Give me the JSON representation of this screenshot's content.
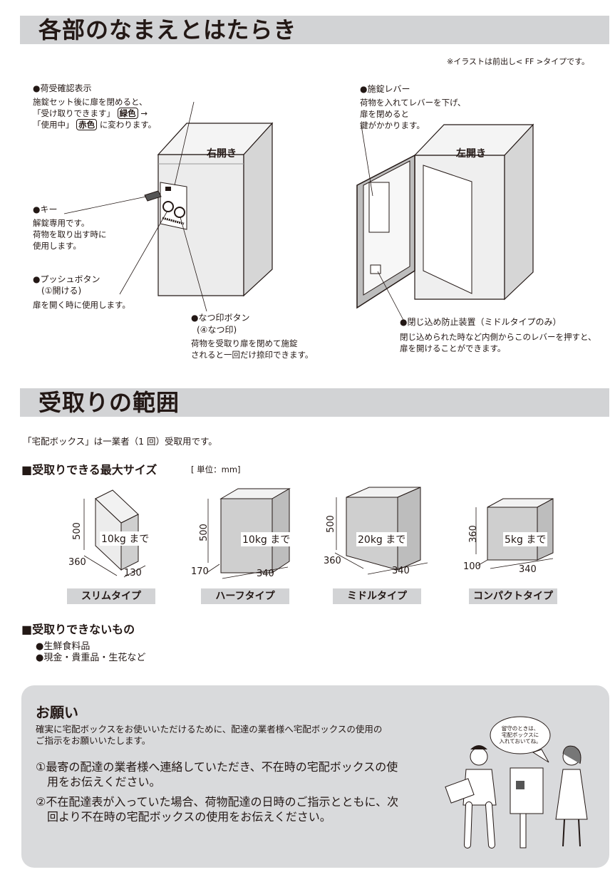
{
  "section1": {
    "title": "各部のなまえとはたらき",
    "note": "※イラストは前出し< FF >タイプです。",
    "indicator": {
      "label": "●荷受確認表示",
      "line1": "施錠セット後に扉を閉めると、",
      "line2_a": "「受け取りできます」",
      "line2_box": "緑色",
      "line2_b": "→",
      "line3_a": "「使用中」",
      "line3_box": "赤色",
      "line3_b": "に変わります。"
    },
    "key": {
      "label": "●キー",
      "lines": [
        "解錠専用です。",
        "荷物を取り出す時に",
        "使用します。"
      ]
    },
    "push": {
      "label": "●プッシュボタン",
      "sub": "(①開ける)",
      "desc": "扉を開く時に使用します。"
    },
    "stamp": {
      "label": "●なつ印ボタン",
      "sub": "(④なつ印)",
      "lines": [
        "荷物を受取り扉を閉めて施錠",
        "されると一回だけ捺印できます。"
      ]
    },
    "lever": {
      "label": "●施錠レバー",
      "lines": [
        "荷物を入れてレバーを下げ、",
        "扉を閉めると",
        "鍵がかかります。"
      ]
    },
    "antitrap": {
      "label": "●閉じ込め防止装置（ミドルタイプのみ）",
      "lines": [
        "閉じ込められた時など内側からこのレバーを押すと、",
        "扉を開けることができます。"
      ]
    },
    "right_open": "右開き",
    "left_open": "左開き"
  },
  "section2": {
    "title": "受取りの範囲",
    "intro": "「宅配ボックス」は一業者（1 回）受取用です。",
    "max_heading": "■受取りできる最大サイズ",
    "unit": "[ 単位：mm]",
    "boxes": [
      {
        "name": "スリムタイプ",
        "weight": "10kg まで",
        "height": "500",
        "depth": "360",
        "width": "130"
      },
      {
        "name": "ハーフタイプ",
        "weight": "10kg まで",
        "height": "500",
        "depth": "170",
        "width": "340"
      },
      {
        "name": "ミドルタイプ",
        "weight": "20kg まで",
        "height": "500",
        "depth": "360",
        "width": "340"
      },
      {
        "name": "コンパクトタイプ",
        "weight": "5kg まで",
        "height": "360",
        "depth": "100",
        "width": "340"
      }
    ],
    "no_heading": "■受取りできないもの",
    "no_items": [
      "●生鮮食料品",
      "●現金・貴重品・生花など"
    ]
  },
  "request": {
    "title": "お願い",
    "intro": [
      "確実に宅配ボックスをお使いいただけるために、配達の業者様へ宅配ボックスの使用の",
      "ご指示をお願いいたします。"
    ],
    "item1": [
      "①最寄の配達の業者様へ連絡していただき、不在時の宅配ボックスの使",
      "用をお伝えください。"
    ],
    "item2": [
      "②不在配達表が入っていた場合、荷物配達の日時のご指示とともに、次",
      "回より不在時の宅配ボックスの使用をお伝えください。"
    ],
    "bubble": [
      "留守のときは、",
      "宅配ボックスに",
      "入れておいてね。"
    ]
  }
}
